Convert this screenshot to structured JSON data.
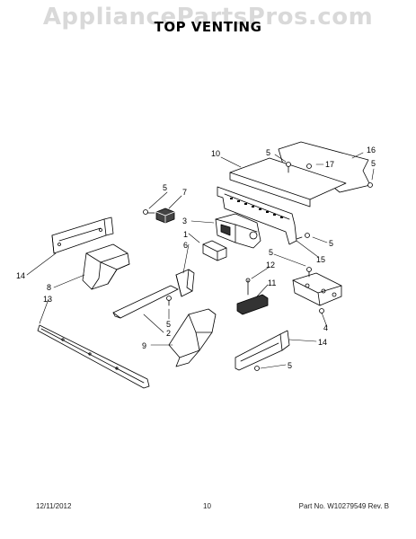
{
  "watermark": "AppliancePartsPros.com",
  "title": "TOP VENTING",
  "footer": {
    "date": "12/11/2012",
    "page": "10",
    "part_no": "Part No. W10279549  Rev. B"
  },
  "callouts": [
    "1",
    "2",
    "3",
    "4",
    "5",
    "6",
    "7",
    "8",
    "9",
    "10",
    "11",
    "12",
    "13",
    "14",
    "15",
    "16",
    "17"
  ]
}
